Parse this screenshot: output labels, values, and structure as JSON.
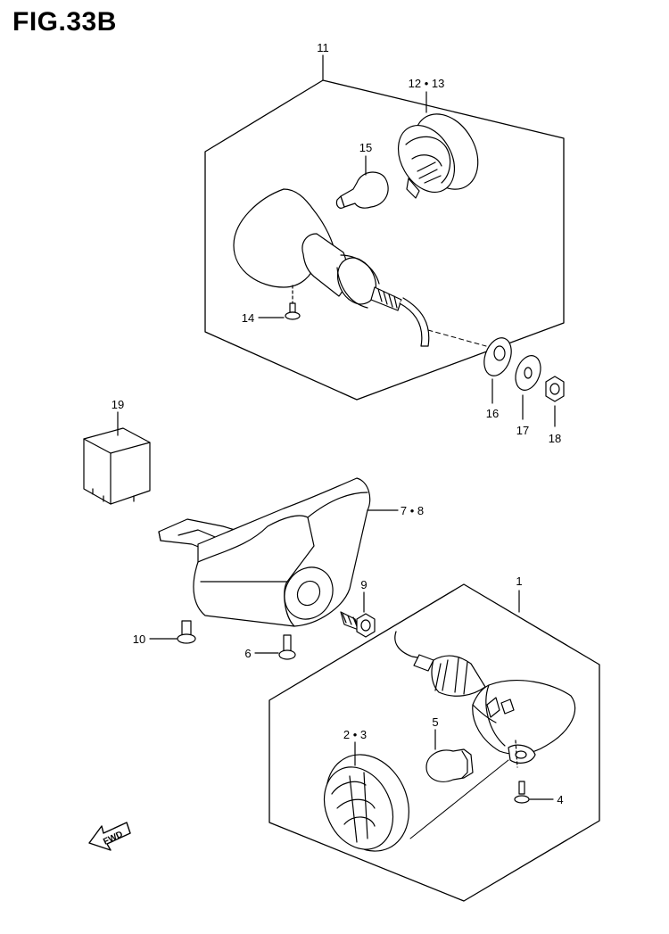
{
  "figure": {
    "title": "FIG.33B"
  },
  "callouts": [
    {
      "id": "11",
      "label": "11"
    },
    {
      "id": "12-13",
      "label": "12 • 13"
    },
    {
      "id": "15",
      "label": "15"
    },
    {
      "id": "14",
      "label": "14"
    },
    {
      "id": "16",
      "label": "16"
    },
    {
      "id": "17",
      "label": "17"
    },
    {
      "id": "18",
      "label": "18"
    },
    {
      "id": "19",
      "label": "19"
    },
    {
      "id": "7-8",
      "label": "7 • 8"
    },
    {
      "id": "9",
      "label": "9"
    },
    {
      "id": "10",
      "label": "10"
    },
    {
      "id": "6",
      "label": "6"
    },
    {
      "id": "1",
      "label": "1"
    },
    {
      "id": "2-3",
      "label": "2 • 3"
    },
    {
      "id": "5",
      "label": "5"
    },
    {
      "id": "4",
      "label": "4"
    }
  ],
  "direction_badge": {
    "label": "FWD",
    "icon": "forward-arrow-icon"
  }
}
